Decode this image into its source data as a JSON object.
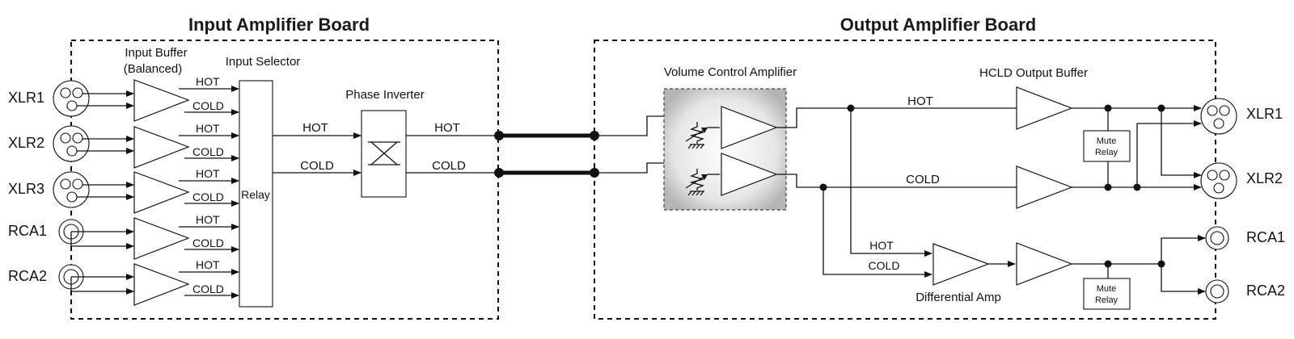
{
  "boards": {
    "input": {
      "title": "Input Amplifier Board"
    },
    "output": {
      "title": "Output Amplifier Board"
    }
  },
  "input_board": {
    "buffer_label_line1": "Input Buffer",
    "buffer_label_line2": "(Balanced)",
    "selector_label": "Input Selector",
    "relay_label": "Relay",
    "phase_inverter_label": "Phase Inverter",
    "inputs": [
      "XLR1",
      "XLR2",
      "XLR3",
      "RCA1",
      "RCA2"
    ],
    "hot": "HOT",
    "cold": "COLD"
  },
  "output_board": {
    "volume_label": "Volume Control Amplifier",
    "hcld_label": "HCLD Output Buffer",
    "mute_relay_line1": "Mute",
    "mute_relay_line2": "Relay",
    "diff_amp_label": "Differential Amp",
    "outputs": [
      "XLR1",
      "XLR2",
      "RCA1",
      "RCA2"
    ],
    "hot": "HOT",
    "cold": "COLD"
  }
}
